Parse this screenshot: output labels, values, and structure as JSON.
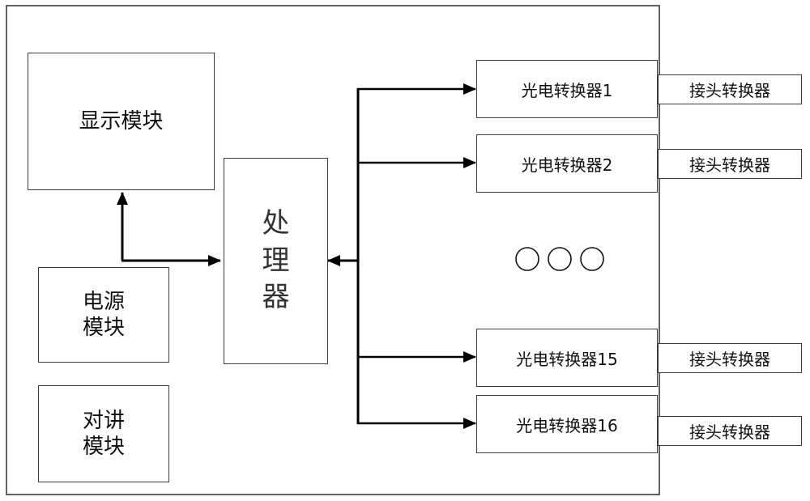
{
  "modules": {
    "display": "显示模块",
    "power": "电源\n模块",
    "intercom": "对讲\n模块",
    "processor": "处\n理\n器"
  },
  "converters": [
    {
      "name": "光电转换器1",
      "connector": "接头转换器"
    },
    {
      "name": "光电转换器2",
      "connector": "接头转换器"
    },
    {
      "name": "光电转换器15",
      "connector": "接头转换器"
    },
    {
      "name": "光电转换器16",
      "connector": "接头转换器"
    }
  ]
}
